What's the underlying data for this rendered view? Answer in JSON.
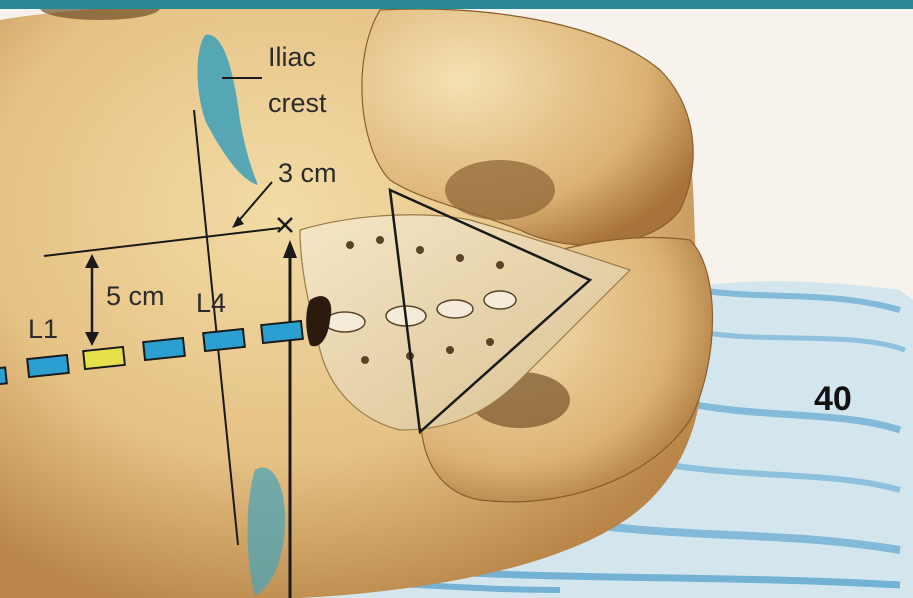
{
  "labels": {
    "iliac_line1": "Iliac",
    "iliac_line2": "crest",
    "distance_3cm": "3 cm",
    "distance_5cm": "5 cm",
    "l1": "L1",
    "l4": "L4"
  },
  "slide_number": "40",
  "colors": {
    "header_bar": "#2a8796",
    "bone": "#e8c98a",
    "bone_shadow": "#b98a4a",
    "iliac_crest": "#5aa8b8",
    "water": "#8cc3de",
    "marker_blue": "#2a9fd0",
    "marker_yellow": "#e6e04a"
  }
}
